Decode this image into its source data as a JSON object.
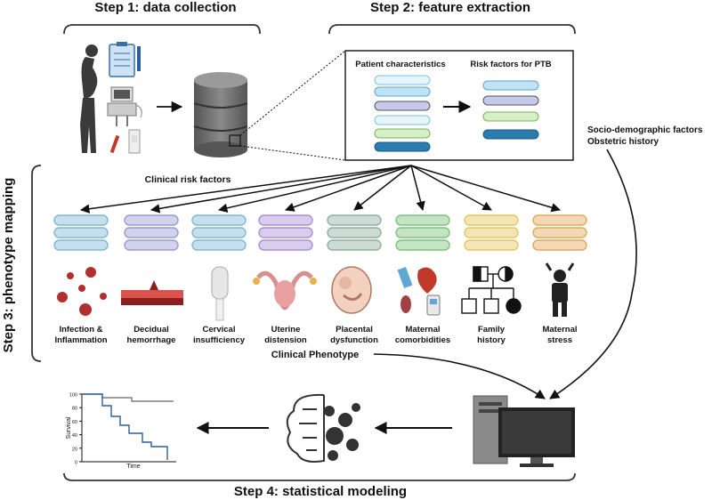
{
  "steps": {
    "step1": "Step 1: data collection",
    "step2": "Step 2: feature extraction",
    "step3": "Step 3: phenotype mapping",
    "step4": "Step 4: statistical modeling"
  },
  "feature_box": {
    "left_title": "Patient characteristics",
    "right_title": "Risk factors for PTB"
  },
  "side_note": {
    "line1": "Socio-demographic factors",
    "line2": "Obstetric history"
  },
  "clinical_risk_label": "Clinical risk factors",
  "clinical_phenotype_label": "Clinical Phenotype",
  "phenotypes": [
    {
      "line1": "Infection &",
      "line2": "Inflammation",
      "color": "#7fb8d6",
      "icon": "virus-icon"
    },
    {
      "line1": "Decidual",
      "line2": "hemorrhage",
      "color": "#9a9ad6",
      "icon": "decidua-icon"
    },
    {
      "line1": "Cervical",
      "line2": "insufficiency",
      "color": "#7fb8d6",
      "icon": "cervix-icon"
    },
    {
      "line1": "Uterine",
      "line2": "distension",
      "color": "#a990d6",
      "icon": "uterus-icon"
    },
    {
      "line1": "Placental",
      "line2": "dysfunction",
      "color": "#8fb0a0",
      "icon": "fetus-icon"
    },
    {
      "line1": "Maternal",
      "line2": "comorbidities",
      "color": "#7cc47c",
      "icon": "organs-icon"
    },
    {
      "line1": "Family",
      "line2": "history",
      "color": "#e6c660",
      "icon": "pedigree-icon"
    },
    {
      "line1": "Maternal",
      "line2": "stress",
      "color": "#e3a85a",
      "icon": "stressed-person-icon"
    }
  ],
  "survival_plot": {
    "ylabel": "Survival",
    "xlabel": "Time",
    "yticks": [
      "100",
      "80",
      "60",
      "40",
      "20",
      "0"
    ]
  },
  "colors": {
    "arrow": "#111111",
    "bracket": "#333333",
    "database": "#6b6b6b"
  }
}
